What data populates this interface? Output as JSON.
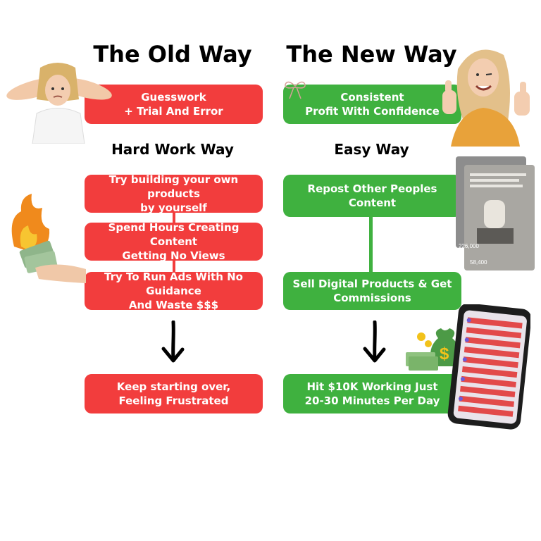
{
  "old_way": {
    "title": "The Old Way",
    "top_box": "Guesswork\n+ Trial And Error",
    "subtitle": "Hard Work Way",
    "steps": [
      "Try building your own products\nby yourself",
      "Spend Hours Creating Content\nGetting No Views",
      "Try To Run Ads  With No Guidance\nAnd Waste $$$"
    ],
    "result": "Keep starting over,\nFeeling Frustrated"
  },
  "new_way": {
    "title": "The New Way",
    "top_box": "Consistent\nProfit With Confidence",
    "subtitle": "Easy Way",
    "steps": [
      "Repost Other Peoples Content",
      "Sell Digital Products & Get\nCommissions"
    ],
    "result": "Hit $10K Working Just\n20-30 Minutes Per Day"
  },
  "phone_card": {
    "views_1": "226,000",
    "views_2": "58,400"
  },
  "colors": {
    "red": "#f23d3d",
    "green": "#3fb13f"
  }
}
